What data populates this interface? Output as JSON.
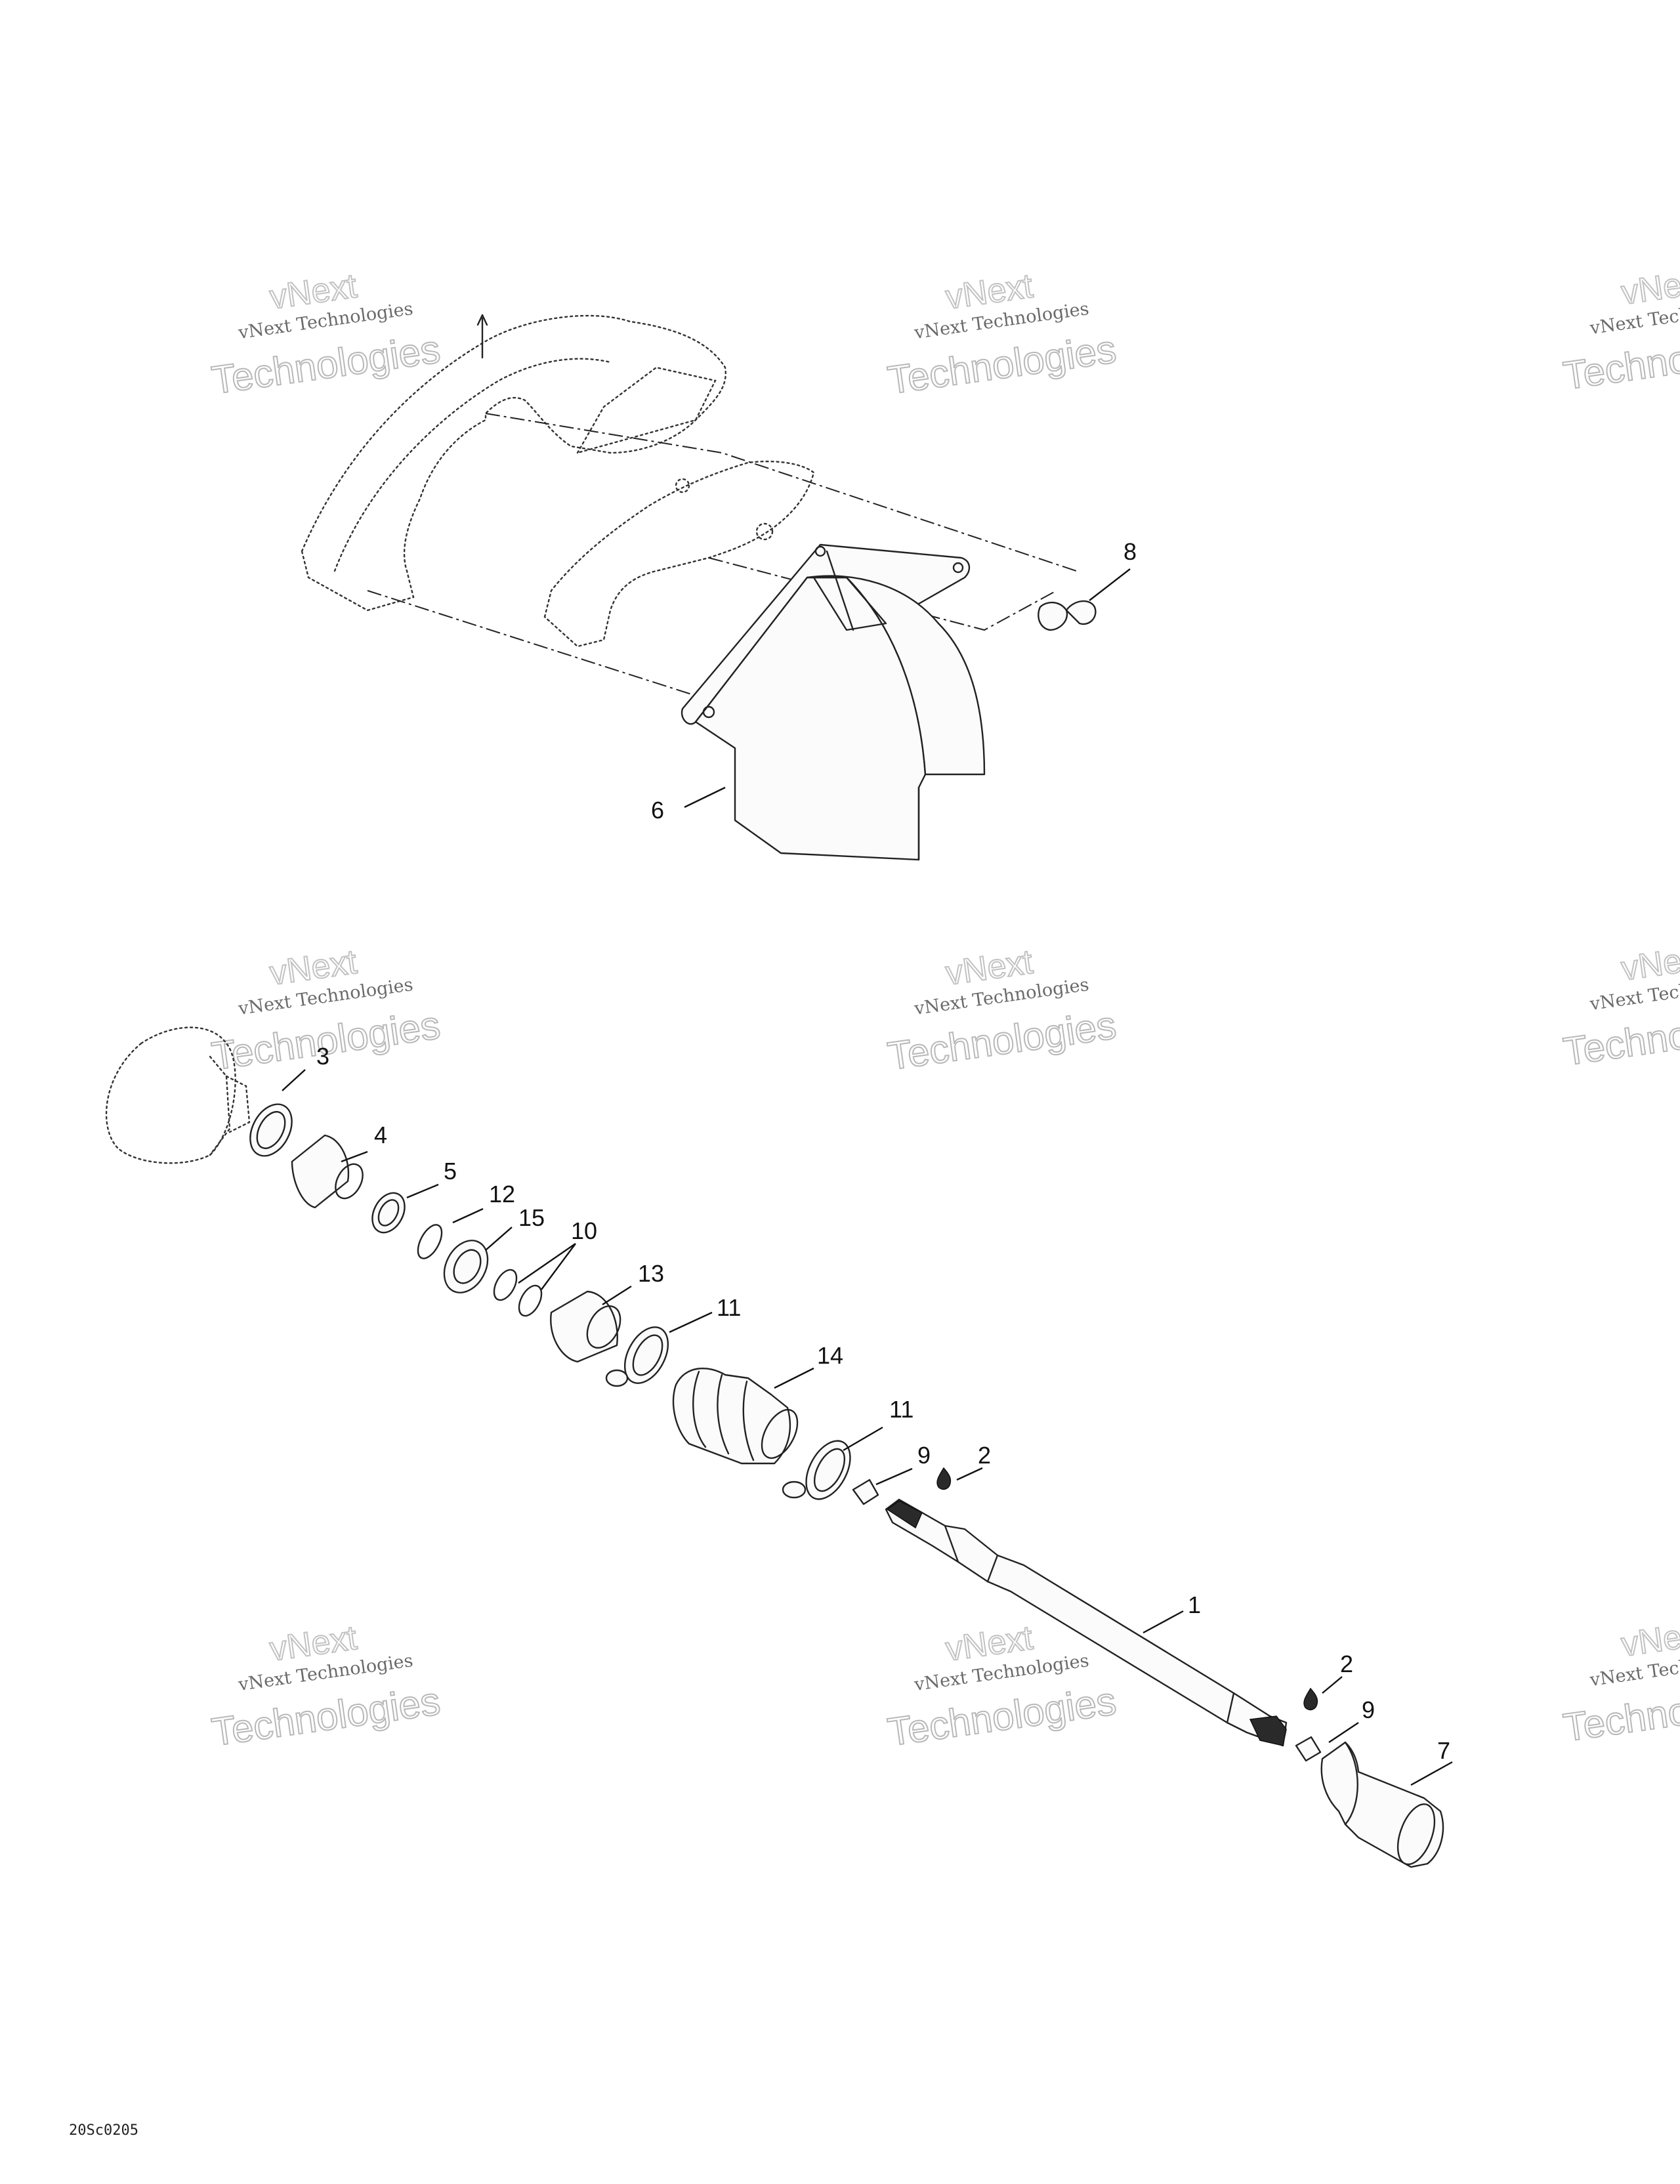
{
  "callouts": {
    "c1": "1",
    "c2a": "2",
    "c2b": "2",
    "c3": "3",
    "c4": "4",
    "c5": "5",
    "c6": "6",
    "c7": "7",
    "c8": "8",
    "c9a": "9",
    "c9b": "9",
    "c10": "10",
    "c11a": "11",
    "c11b": "11",
    "c12": "12",
    "c13": "13",
    "c14": "14",
    "c15": "15"
  },
  "watermark": {
    "line_small": "vNext Technologies",
    "line_next": "vNext",
    "line_big": "Technologies"
  },
  "drawing_code": "20Sc0205"
}
